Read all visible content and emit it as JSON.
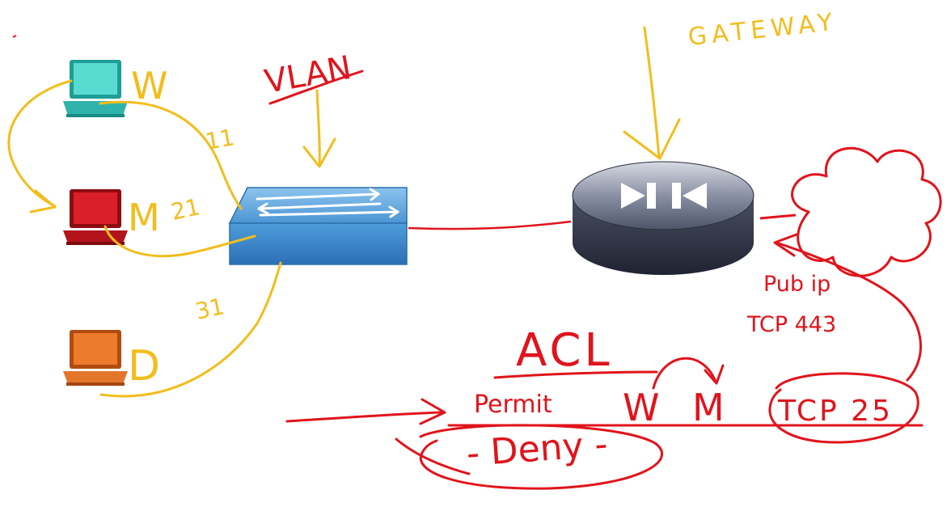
{
  "colors": {
    "annotation_yellow": "#f2bd1d",
    "annotation_red": "#e0141c",
    "laptop_w": "#3cc7bd",
    "laptop_m": "#c8161e",
    "laptop_d": "#e36a1e",
    "switch_blue": "#4d93d1",
    "router_dark": "#3b4154"
  },
  "devices": {
    "laptops": [
      {
        "label": "W",
        "vlan": "11"
      },
      {
        "label": "M",
        "vlan": "21"
      },
      {
        "label": "D",
        "vlan": "31"
      }
    ],
    "switch_icon": "layer2-switch-icon",
    "router_icon": "router-icon",
    "cloud_icon": "internet-cloud-icon"
  },
  "annotations": {
    "vlan": "VLAN",
    "gateway": "GATEWAY",
    "public_ip": "Pub ip",
    "tcp_443": "TCP 443",
    "acl_title": "ACL",
    "permit": "Permit",
    "permit_w": "W",
    "permit_m": "M",
    "tcp_25": "TCP 25",
    "deny": "- Deny -"
  }
}
